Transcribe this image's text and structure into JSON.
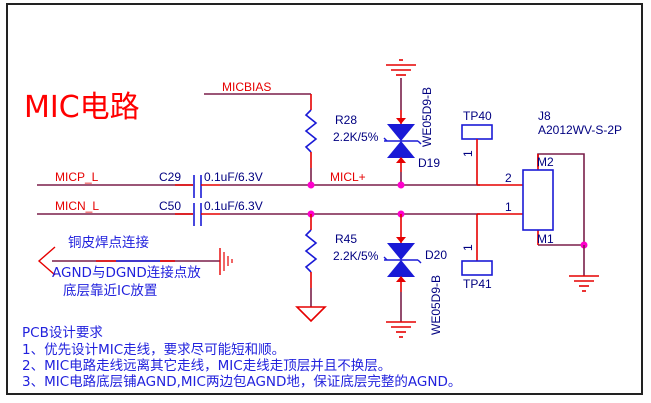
{
  "title": "MIC电路",
  "nets": {
    "micbias": "MICBIAS",
    "micp": "MICP_L",
    "micn": "MICN_L",
    "micl_plus": "MICL+"
  },
  "components": {
    "c29": {
      "ref": "C29",
      "value": "0.1uF/6.3V"
    },
    "c50": {
      "ref": "C50",
      "value": "0.1uF/6.3V"
    },
    "r28": {
      "ref": "R28",
      "value": "2.2K/5%"
    },
    "r45": {
      "ref": "R45",
      "value": "2.2K/5%"
    },
    "d19": {
      "ref": "D19",
      "part": "WE05D9-B"
    },
    "d20": {
      "ref": "D20",
      "part": "WE05D9-B"
    },
    "tp40": {
      "ref": "TP40",
      "pin": "1"
    },
    "tp41": {
      "ref": "TP41",
      "pin": "1"
    },
    "j8": {
      "ref": "J8",
      "part": "A2012WV-S-2P",
      "pins": [
        "2",
        "1",
        "M2",
        "M1"
      ]
    }
  },
  "annotations": {
    "copper": "铜皮焊点连接",
    "agnd_line1": "AGND与DGND连接点放",
    "agnd_line2": "底层靠近IC放置"
  },
  "notes": {
    "heading": "PCB设计要求",
    "items": [
      "1、优先设计MIC走线，要求尽可能短和顺。",
      "2、MIC电路走线远离其它走线，MIC走线走顶层并且不换层。",
      "3、MIC电路底层铺AGND,MIC两边包AGND地，保证底层完整的AGND。"
    ]
  },
  "colors": {
    "net_wire": "#7a1f4a",
    "pin_wire": "#e60000",
    "component": "#1a1ad6",
    "junction": "#ff00cc",
    "text_red": "#e60000",
    "text_blue": "#2222dd"
  }
}
